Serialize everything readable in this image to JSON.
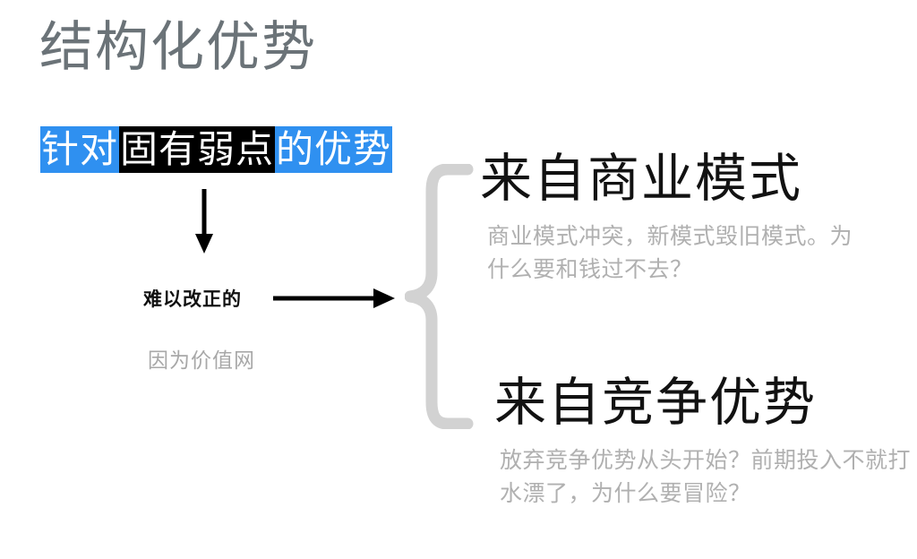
{
  "slide": {
    "title": "结构化优势",
    "background_color": "#ffffff",
    "title_color": "#6b7378"
  },
  "highlight": {
    "segments": [
      {
        "text": "针对",
        "style": "blue"
      },
      {
        "text": "固有弱点",
        "style": "black"
      },
      {
        "text": "的优势",
        "style": "blue"
      }
    ],
    "blue_color": "#2f90f0",
    "black_color": "#000000",
    "text_color": "#ffffff"
  },
  "flow": {
    "down_arrow_icon": "arrow-down-icon",
    "mid_label": "难以改正的",
    "right_arrow_icon": "arrow-right-icon",
    "sub_note": "因为价值网",
    "mid_label_color": "#111111",
    "sub_note_color": "#a8a8a8",
    "arrow_color": "#000000"
  },
  "brace": {
    "icon": "curly-brace-icon",
    "color": "#d2d2d2"
  },
  "branches": [
    {
      "heading": "来自商业模式",
      "body": "商业模式冲突，新模式毁旧模式。为什么要和钱过不去？",
      "heading_color": "#121212",
      "body_color": "#b0b0b0"
    },
    {
      "heading": "来自竞争优势",
      "body": "放弃竞争优势从头开始？前期投入不就打水漂了，为什么要冒险？",
      "heading_color": "#121212",
      "body_color": "#b0b0b0"
    }
  ]
}
